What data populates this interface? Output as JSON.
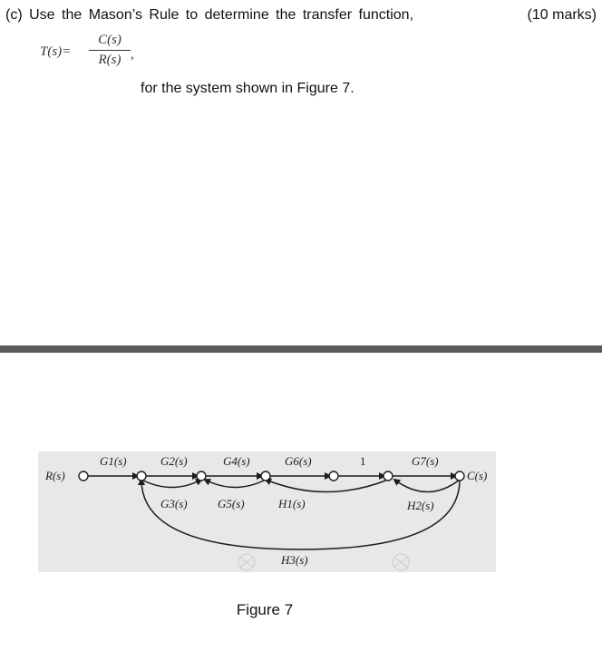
{
  "question": {
    "label": "(c)",
    "text": "Use the Mason’s Rule to determine the transfer function,",
    "marks": "(10 marks)",
    "formula": {
      "lhs": "T(s)=",
      "numerator": "C(s)",
      "denominator": "R(s)",
      "trailing": ","
    },
    "continuation": "for the system shown in Figure 7."
  },
  "figure": {
    "caption": "Figure 7",
    "input_label": "R(s)",
    "output_label": "C(s)",
    "forward_gains": [
      "G1(s)",
      "G2(s)",
      "G4(s)",
      "G6(s)",
      "1",
      "G7(s)"
    ],
    "branch_gains": [
      "G3(s)",
      "G5(s)",
      "H1(s)",
      "H2(s)"
    ],
    "outer_loop_gain": "H3(s)",
    "colors": {
      "photo_background": "#e9e8e6",
      "ink": "#1c1c1c"
    }
  }
}
